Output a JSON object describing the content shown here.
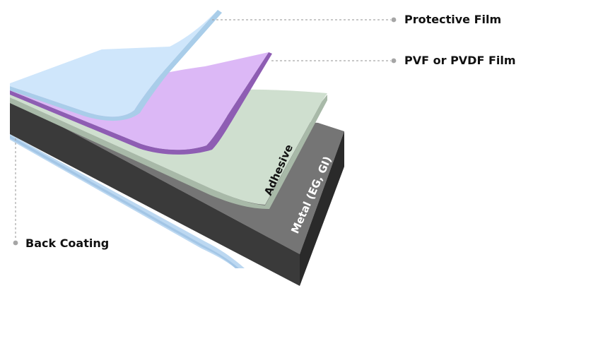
{
  "diagram": {
    "labels": {
      "protective_film": "Protective Film",
      "pvf_film": "PVF or PVDF Film",
      "back_coating": "Back Coating",
      "adhesive": "Adhesive",
      "metal": "Metal (EG, GI)"
    },
    "colors": {
      "protective_film": "#cfe6fb",
      "protective_film_edge": "#a9cde9",
      "pvf_film": "#dcb8f6",
      "pvf_film_edge": "#8e5db3",
      "adhesive": "#cfdfcf",
      "adhesive_edge": "#a8b9a8",
      "metal_top": "#757575",
      "metal_front": "#3a3a3a",
      "metal_side": "#2a2a2a",
      "back_coating": "#bcd8f1",
      "leader": "#a6a6a6"
    }
  }
}
